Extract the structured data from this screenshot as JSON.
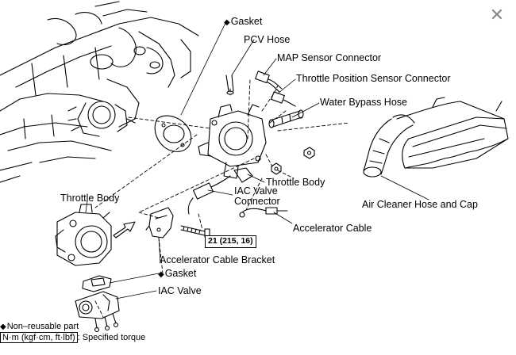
{
  "close_button": {
    "icon": "close-icon",
    "glyph": "✕",
    "color": "#888888"
  },
  "labels": {
    "gasket_top": "Gasket",
    "pcv_hose": "PCV Hose",
    "map_sensor_connector": "MAP Sensor Connector",
    "tps_connector": "Throttle Position Sensor Connector",
    "water_bypass_hose": "Water Bypass Hose",
    "throttle_body_right": "Throttle Body",
    "iac_valve_connector_line1": "IAC Valve",
    "iac_valve_connector_line2": "Connector",
    "accelerator_cable": "Accelerator Cable",
    "air_cleaner_hose_cap": "Air Cleaner Hose and Cap",
    "throttle_body_left": "Throttle Body",
    "accelerator_cable_bracket": "Accelerator Cable Bracket",
    "gasket_bottom": "Gasket",
    "iac_valve": "IAC Valve"
  },
  "torque_spec": "21 (215, 16)",
  "legend": {
    "non_reusable_symbol": "◆",
    "non_reusable_text": "Non–reusable part",
    "torque_units": "N·m (kgf·cm, ft·lbf)",
    "torque_text": ": Specified torque"
  },
  "diamond_symbol": "◆"
}
